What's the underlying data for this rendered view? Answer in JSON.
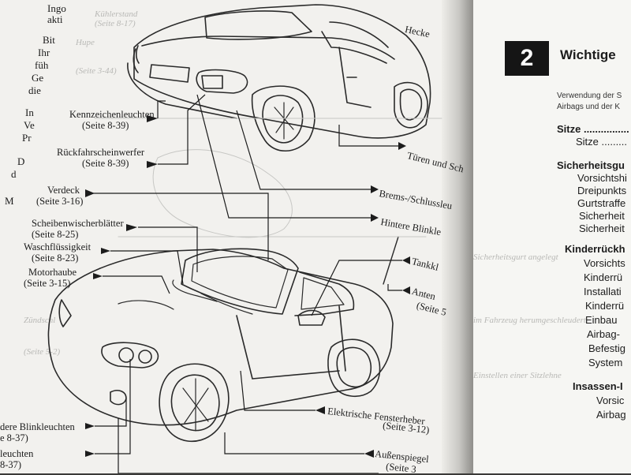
{
  "left_text": {
    "l1": "Ingo",
    "l2": "akti",
    "l3": "Bit",
    "l4": "Ihr",
    "l5": "füh",
    "l6": "Ge",
    "l7": "die",
    "l8": "In",
    "l9": "Ve",
    "l10": "Pr",
    "l11": "D",
    "l12": "d",
    "l13": "M"
  },
  "callouts": {
    "hecke": "Hecke",
    "kennzeichen": "Kennzeichenleuchten",
    "kennzeichen_page": "(Seite 8-39)",
    "rueckfahr": "Rückfahrscheinwerfer",
    "rueckfahr_page": "(Seite 8-39)",
    "tueren": "Türen und Sch",
    "brems": "Brems-/Schlussleu",
    "hintere": "Hintere Blinkle",
    "verdeck": "Verdeck",
    "verdeck_page": "(Seite 3-16)",
    "wischer": "Scheibenwischerblätter",
    "wischer_page": "(Seite 8-25)",
    "wasch": "Waschflüssigkeit",
    "wasch_page": "(Seite 8-23)",
    "motorhaube": "Motorhaube",
    "motorhaube_page": "(Seite 3-15)",
    "tank": "Tankkl",
    "antenne": "Anten",
    "antenne_page": "(Seite 5",
    "blink_front": "dere Blinkleuchten",
    "blink_front_page": "e 8-37)",
    "leuchten": "leuchten",
    "leuchten_page": "8-37)",
    "fensterheber": "Elektrische Fensterheber",
    "fensterheber_page": "(Seite 3-12)",
    "spiegel": "Außenspiegel",
    "spiegel_page": "(Seite 3"
  },
  "right_page": {
    "chapter_number": "2",
    "chapter_title": "Wichtige",
    "intro1": "Verwendung der S",
    "intro2": "Airbags und der K",
    "sitze": "Sitze ................",
    "sitze_sub": "Sitze .........",
    "sicherheit": "Sicherheitsgu",
    "s1": "Vorsichtshi",
    "s2": "Dreipunkts",
    "s3": "Gurtstraffe",
    "s4": "Sicherheit",
    "s5": "Sicherheit",
    "kinder": "Kinderrückh",
    "k1": "Vorsichts",
    "k2": "Kinderrü",
    "k3": "Installati",
    "k4": "Kinderrü",
    "k5": "Einbau",
    "k6": "Airbag-",
    "k7": "Befestig",
    "k8": "System",
    "insassen": "Insassen-I",
    "i1": "Vorsic",
    "i2": "Airbag"
  }
}
